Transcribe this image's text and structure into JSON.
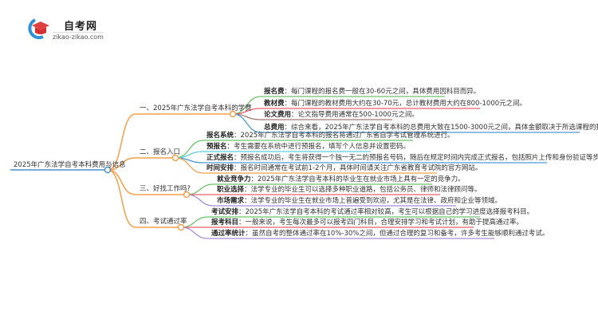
{
  "logo": {
    "title": "自考网",
    "subtitle": "zikao-zikao.com"
  },
  "root": "2025年广东法学自考本科费用与信息",
  "colors": {
    "branch": "#f5a04a",
    "root": "#4a8fcf"
  },
  "branches": [
    {
      "label": "一、2025年广东法学自考本科的学费",
      "leaves": [
        {
          "key": "报名费",
          "text": "：每门课程的报名费一般在30-60元之间，具体费用因科目而异。",
          "color": "#6cc46a"
        },
        {
          "key": "教材费",
          "text": "：每门课程的教材费用大约在30-70元，总计教材费用大约在800-1000元之间。",
          "color": "#e8606a"
        },
        {
          "key": "论文费用",
          "text": "：论文指导费用通常在500-1000元之间。",
          "color": "#a07a70"
        },
        {
          "key": "总费用",
          "text": "：综合来看，2025年广东法学自考本科的总费用大致在1500-3000元之间，具体金额取决于所选课程的数量和教材的费用。",
          "color": "#4a9ad8"
        }
      ]
    },
    {
      "label": "二、报名入口",
      "leaves": [
        {
          "key": "报名系统",
          "text": "：2025年广东法学自考本科的报名将通过广东省自学考试管理系统进行。",
          "color": "#6cc46a"
        },
        {
          "key": "预报名",
          "text": "：考生需要在系统中进行预报名，填写个人信息并设置密码。",
          "color": "#5bcfe0"
        },
        {
          "key": "正式报名",
          "text": "：预报名成功后，考生将获得一个独一无二的预报名号码，随后在规定时间内完成正式报名，包括照片上传和身份验证等步骤。",
          "color": "#4a9ad8"
        },
        {
          "key": "时间安排",
          "text": "：报名时间通常在考试前1-2个月，具体时间请关注广东省教育考试院的官方网站。",
          "color": "#f5a04a"
        }
      ]
    },
    {
      "label": "三、好找工作吗?",
      "leaves": [
        {
          "key": "就业竞争力",
          "text": "：2025年广东法学自考本科的毕业生在就业市场上具有一定的竞争力。",
          "color": "#6cc46a"
        },
        {
          "key": "职业选择",
          "text": "：法学专业的毕业生可以选择多种职业道路，包括公务员、律师和法律顾问等。",
          "color": "#e8606a"
        },
        {
          "key": "市场需求",
          "text": "：法学专业的毕业生在就业市场上普遍受到欢迎，尤其是在法律、政府和企业等领域。",
          "color": "#a98ad8"
        }
      ]
    },
    {
      "label": "四、考试通过率",
      "leaves": [
        {
          "key": "考试安排",
          "text": "：2025年广东法学自考本科的考试通过率相对较高，考生可以根据自己的学习进度选择报考科目。",
          "color": "#6cc46a"
        },
        {
          "key": "报考科目",
          "text": "：一般来说，考生每次最多可以报考四门科目，合理安排学习和考试计划，有助于提高通过率。",
          "color": "#e8606a"
        },
        {
          "key": "通过率统计",
          "text": "：虽然自考的整体通过率在10%-30%之间，但通过合理的复习和备考，许多考生能够顺利通过考试。",
          "color": "#a98ad8"
        }
      ]
    }
  ]
}
